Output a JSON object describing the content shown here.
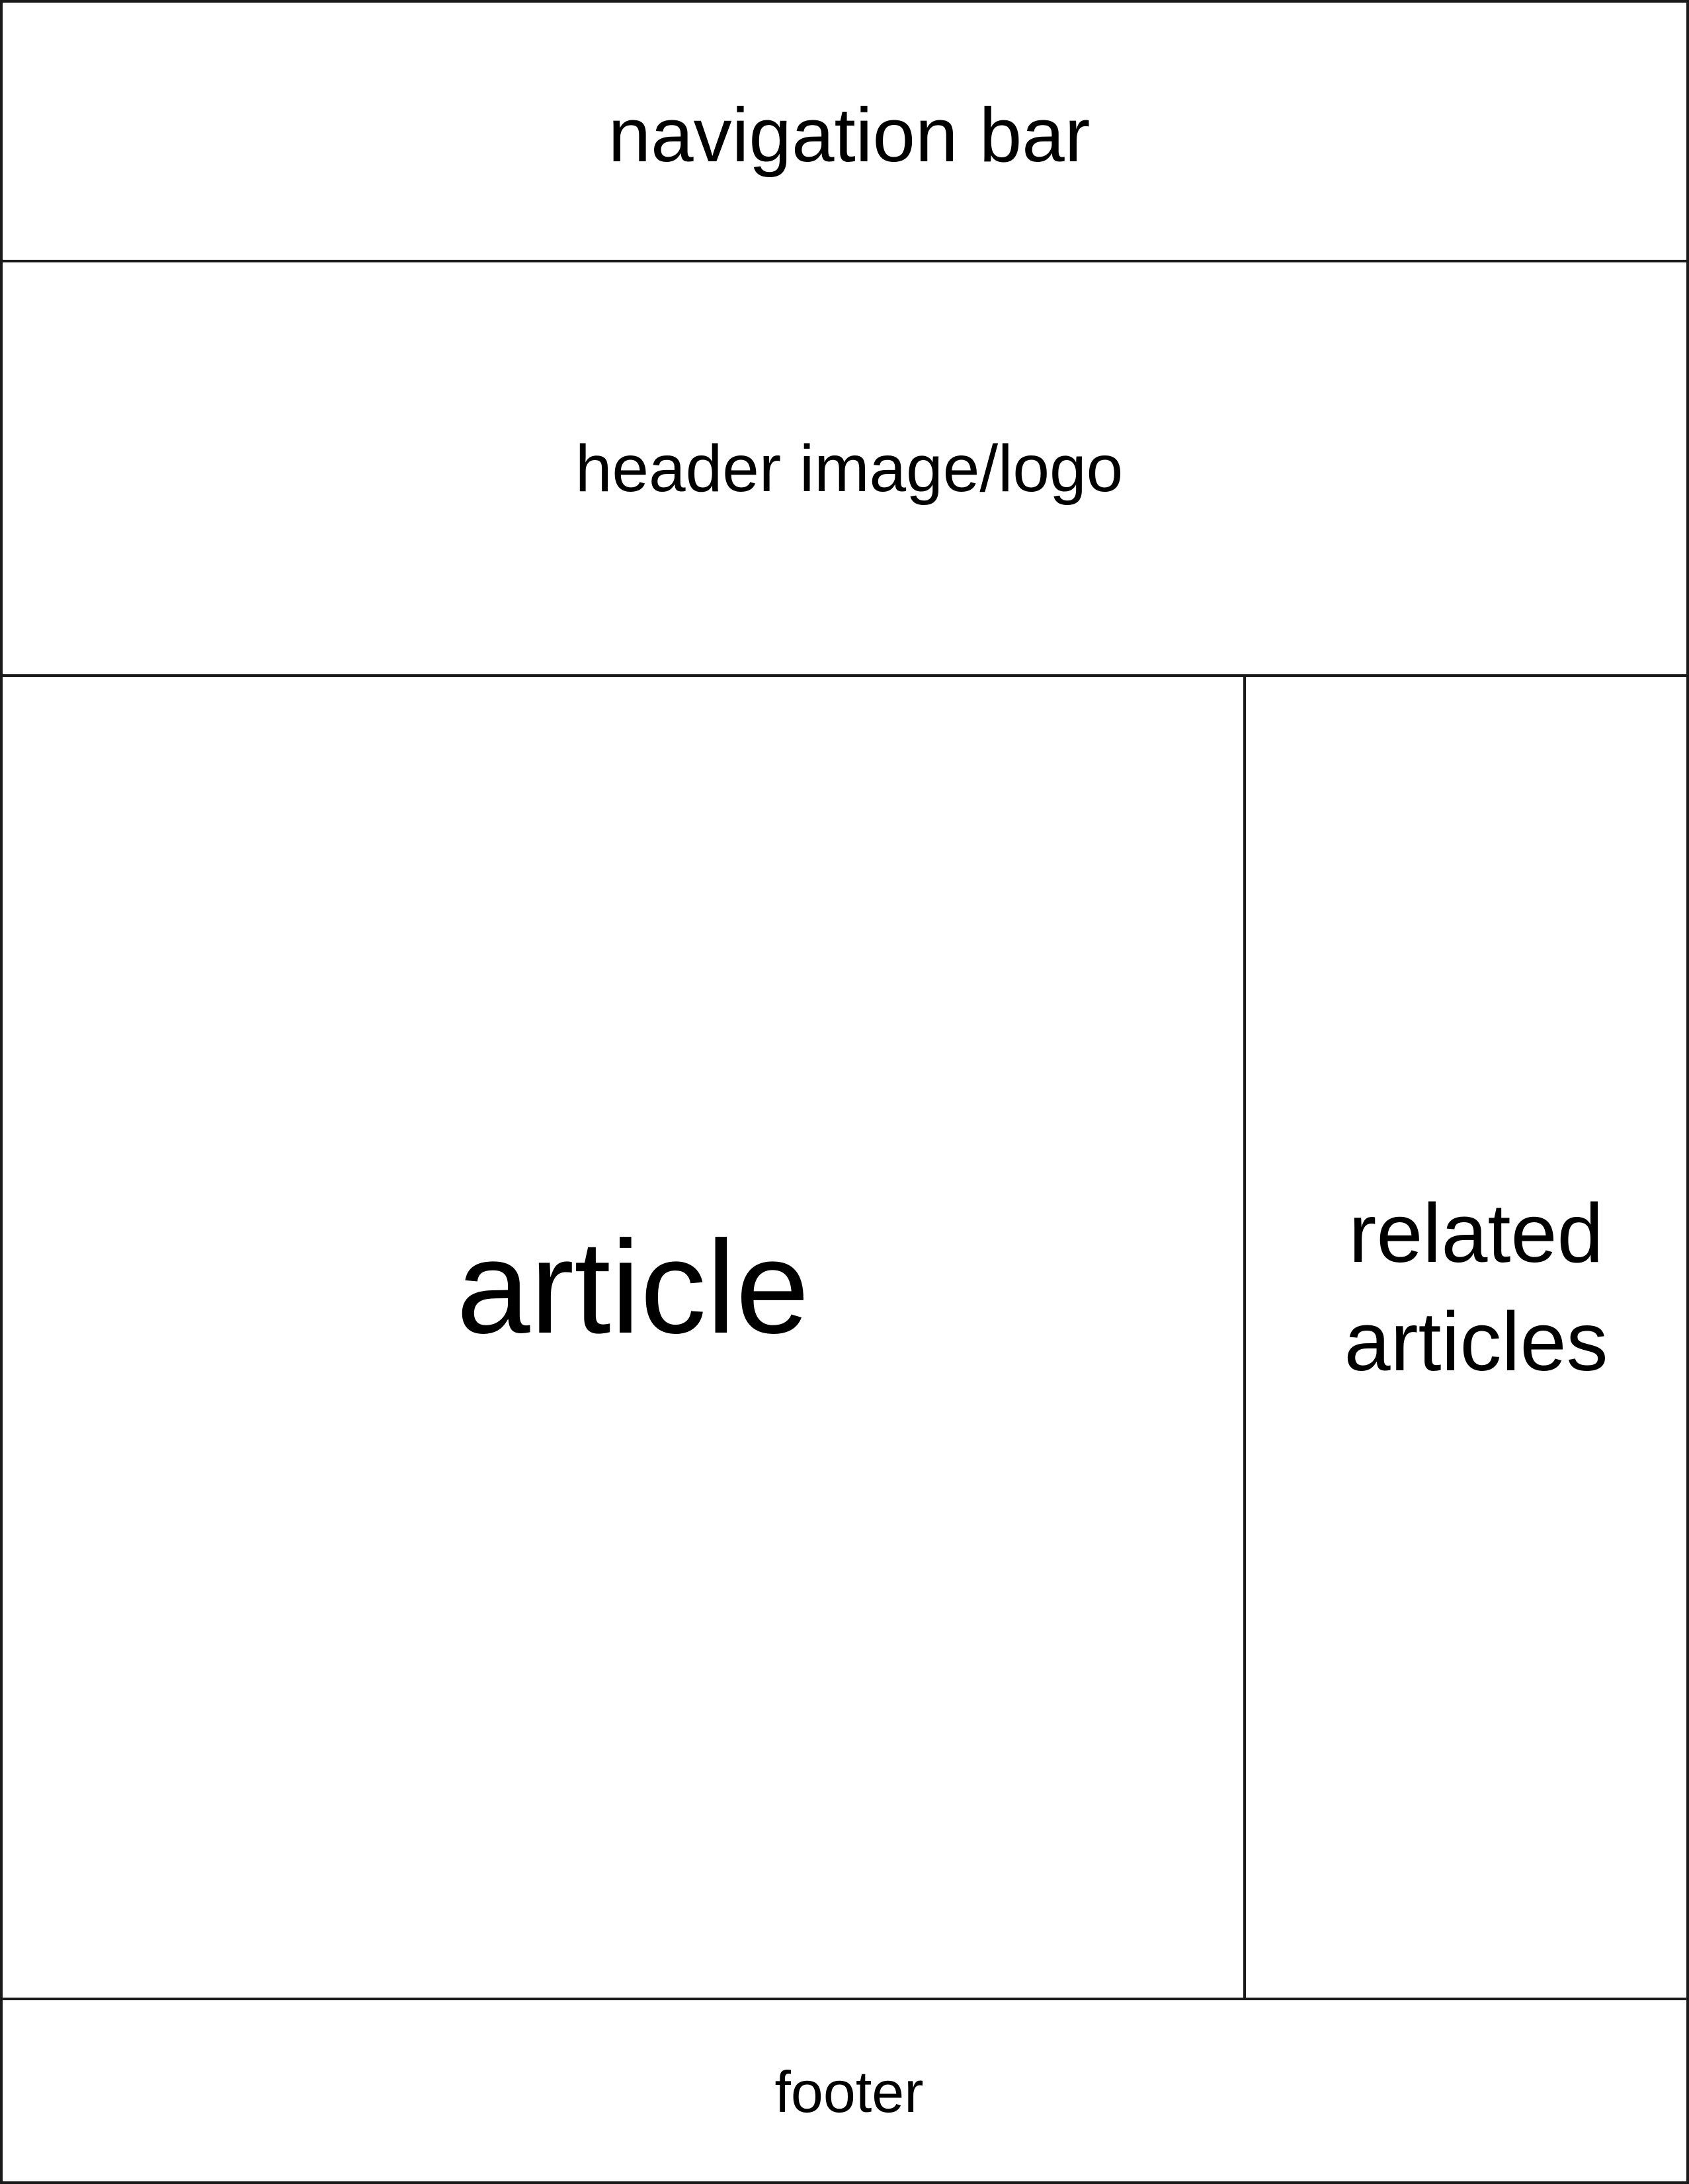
{
  "navigation_bar": {
    "label": "navigation bar"
  },
  "header": {
    "label": "header image/logo"
  },
  "article": {
    "label": "article"
  },
  "related_articles": {
    "label": "related articles"
  },
  "footer": {
    "label": "footer"
  },
  "colors": {
    "border": "#1a1a1a",
    "background": "#ffffff",
    "text": "#000000"
  }
}
